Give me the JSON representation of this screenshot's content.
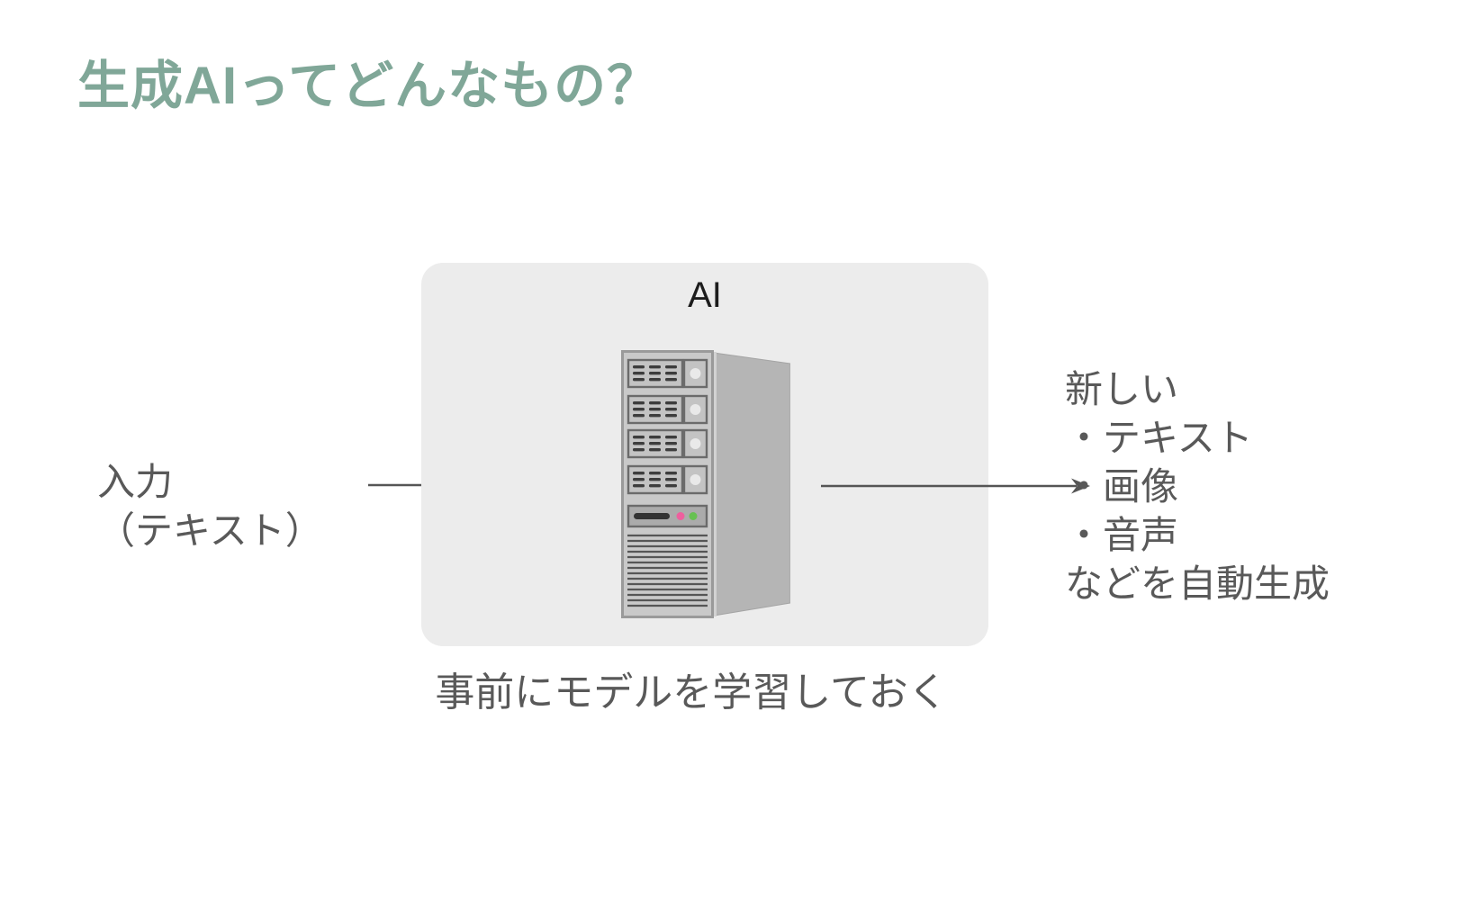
{
  "slide": {
    "title": "生成AIってどんなもの？"
  },
  "colors": {
    "title_green": "#80A798",
    "body_text": "#595959",
    "box_bg": "#ECECEC",
    "arrow": "#555555",
    "led_pink": "#EE5F9E",
    "led_green": "#67C152"
  },
  "diagram": {
    "input": {
      "line1": "入力",
      "line2": "（テキスト）"
    },
    "ai_box": {
      "label": "AI"
    },
    "output": {
      "lines": [
        "新しい",
        "・テキスト",
        "・画像",
        "・音声",
        "などを自動生成"
      ]
    },
    "caption": "事前にモデルを学習しておく"
  }
}
